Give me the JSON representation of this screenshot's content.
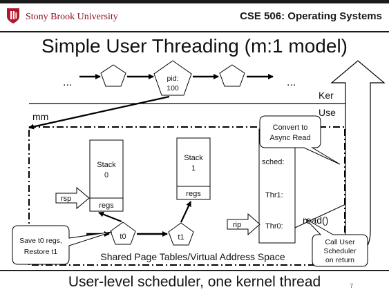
{
  "header": {
    "university": "Stony Brook University",
    "course": "CSE 506: Operating Systems"
  },
  "title": "Simple User Threading (m:1 model)",
  "diagram": {
    "ellipsis_left": "...",
    "ellipsis_right": "...",
    "pid_line1": "pid:",
    "pid_line2": "100",
    "kernel_label": "Ker",
    "user_label": "Use",
    "mm_label": "mm",
    "stack0_line1": "Stack",
    "stack0_line2": "0",
    "stack1_line1": "Stack",
    "stack1_line2": "1",
    "regs0": "regs",
    "regs1": "regs",
    "rsp": "rsp",
    "rip": "rip",
    "t0": "t0",
    "t1": "t1",
    "sched": "sched:",
    "thr1": "Thr1:",
    "thr0": "Thr0:",
    "read_call": "read()",
    "callout_convert_line1": "Convert to",
    "callout_convert_line2": "Async Read",
    "callout_save_line1": "Save t0 regs,",
    "callout_save_line2": "Restore t1",
    "callout_call_line1": "Call User",
    "callout_call_line2": "Scheduler",
    "callout_call_line3": "on return",
    "shared_label": "Shared Page Tables/Virtual Address Space"
  },
  "footer": "User-level scheduler, one kernel thread",
  "page_number": "7"
}
